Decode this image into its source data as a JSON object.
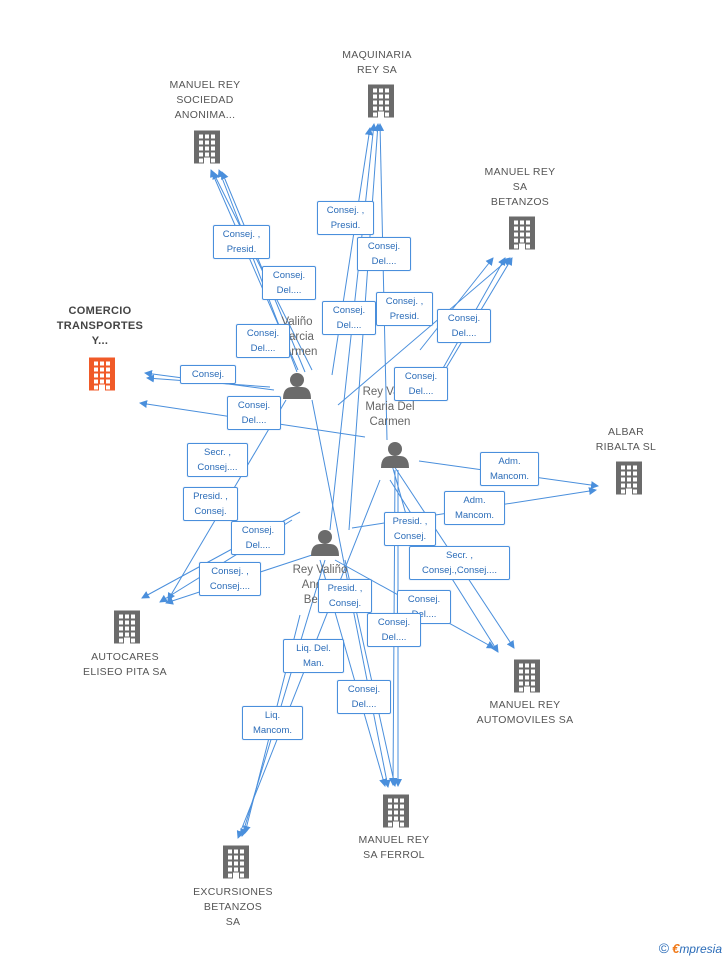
{
  "colors": {
    "edge": "#4a8fdc",
    "building": "#6b6b6b",
    "building_highlight": "#f05a28",
    "person": "#6b6b6b",
    "brand_accent": "#f07a1a"
  },
  "companies": [
    {
      "id": "maquinaria",
      "lines": [
        "MAQUINARIA",
        "REY SA"
      ],
      "highlight": false
    },
    {
      "id": "manuel_rey_sociedad",
      "lines": [
        "MANUEL REY",
        "SOCIEDAD",
        "ANONIMA..."
      ],
      "highlight": false
    },
    {
      "id": "manuel_rey_betanzos",
      "lines": [
        "MANUEL REY",
        "SA",
        "BETANZOS"
      ],
      "highlight": false
    },
    {
      "id": "comercio",
      "lines": [
        "COMERCIO",
        "TRANSPORTES",
        "Y..."
      ],
      "highlight": true
    },
    {
      "id": "albar",
      "lines": [
        "ALBAR",
        "RIBALTA SL"
      ],
      "highlight": false
    },
    {
      "id": "autocares",
      "lines": [
        "AUTOCARES",
        "ELISEO PITA SA"
      ],
      "highlight": false
    },
    {
      "id": "manuel_rey_automoviles",
      "lines": [
        "MANUEL REY",
        "AUTOMOVILES SA"
      ],
      "highlight": false
    },
    {
      "id": "manuel_rey_ferrol",
      "lines": [
        "MANUEL REY",
        "SA FERROL"
      ],
      "highlight": false
    },
    {
      "id": "excursiones",
      "lines": [
        "EXCURSIONES",
        "BETANZOS",
        "SA"
      ],
      "highlight": false
    }
  ],
  "persons": [
    {
      "id": "p1",
      "lines": [
        "Valiño",
        "Garcia",
        "Carmen"
      ]
    },
    {
      "id": "p2",
      "lines": [
        "Rey Valiño",
        "Maria Del",
        "Carmen"
      ]
    },
    {
      "id": "p3",
      "lines": [
        "Rey Valiño",
        "Andres",
        "Benito"
      ]
    }
  ],
  "relations": [
    {
      "id": "r1",
      "lines": [
        "Consej. ,",
        "Presid."
      ]
    },
    {
      "id": "r2",
      "lines": [
        "Consej. ,",
        "Presid."
      ]
    },
    {
      "id": "r3",
      "lines": [
        "Consej.",
        "Del...."
      ]
    },
    {
      "id": "r4",
      "lines": [
        "Consej.",
        "Del...."
      ]
    },
    {
      "id": "r5",
      "lines": [
        "Consej.",
        "Del...."
      ]
    },
    {
      "id": "r6",
      "lines": [
        "Consej. ,",
        "Presid."
      ]
    },
    {
      "id": "r7",
      "lines": [
        "Consej.",
        "Del...."
      ]
    },
    {
      "id": "r8",
      "lines": [
        "Consej.",
        "Del...."
      ]
    },
    {
      "id": "r9",
      "lines": [
        "Consej."
      ]
    },
    {
      "id": "r10",
      "lines": [
        "Consej.",
        "Del...."
      ]
    },
    {
      "id": "r11",
      "lines": [
        "Consej.",
        "Del...."
      ]
    },
    {
      "id": "r12",
      "lines": [
        "Secr. ,",
        "Consej...."
      ]
    },
    {
      "id": "r13",
      "lines": [
        "Adm.",
        "Mancom."
      ]
    },
    {
      "id": "r14",
      "lines": [
        "Presid. ,",
        "Consej."
      ]
    },
    {
      "id": "r15",
      "lines": [
        "Adm.",
        "Mancom."
      ]
    },
    {
      "id": "r16",
      "lines": [
        "Consej.",
        "Del...."
      ]
    },
    {
      "id": "r17",
      "lines": [
        "Presid. ,",
        "Consej."
      ]
    },
    {
      "id": "r18",
      "lines": [
        "Consej. ,",
        "Consej...."
      ]
    },
    {
      "id": "r19",
      "lines": [
        "Secr. ,",
        "Consej.,Consej...."
      ]
    },
    {
      "id": "r20",
      "lines": [
        "Presid. ,",
        "Consej."
      ]
    },
    {
      "id": "r21",
      "lines": [
        "Consej.",
        "Del...."
      ]
    },
    {
      "id": "r22",
      "lines": [
        "Consej.",
        "Del...."
      ]
    },
    {
      "id": "r23",
      "lines": [
        "Liq. Del.",
        "Man."
      ]
    },
    {
      "id": "r24",
      "lines": [
        "Consej.",
        "Del...."
      ]
    },
    {
      "id": "r25",
      "lines": [
        "Liq.",
        "Mancom."
      ]
    }
  ],
  "brand": {
    "copyright": "©",
    "e": "€",
    "rest": "mpresia"
  }
}
